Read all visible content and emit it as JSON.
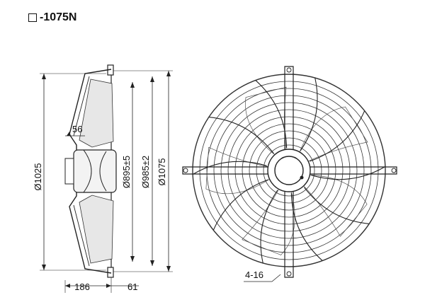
{
  "header": {
    "model": "-1075N"
  },
  "dimensions": {
    "housing_diameter": "Ø1025",
    "blade_diameter": "Ø895±5",
    "mount_diameter": "Ø985±2",
    "guard_diameter": "Ø1075",
    "blade_offset": "56",
    "depth": "186",
    "flange_depth": "61",
    "mount_holes": "4-16"
  }
}
